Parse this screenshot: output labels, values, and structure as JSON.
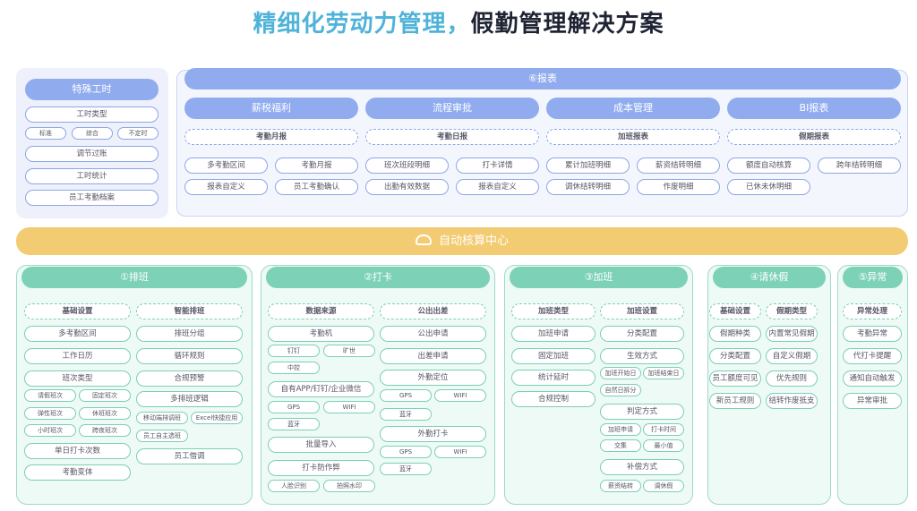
{
  "title": {
    "highlight": "精细化劳动力管理，",
    "rest": "假勤管理解决方案"
  },
  "special": {
    "header": "特殊工时",
    "items": [
      "工时类型",
      "标准",
      "综合",
      "不定时",
      "调节过账",
      "工时统计",
      "员工考勤档案"
    ]
  },
  "reports": {
    "header": "⑥报表",
    "sections": [
      {
        "name": "薪税福利",
        "sub": "考勤月报",
        "items": [
          "多考勤区间",
          "考勤月报",
          "报表自定义",
          "员工考勤确认"
        ]
      },
      {
        "name": "流程审批",
        "sub": "考勤日报",
        "items": [
          "班次班段明细",
          "打卡详情",
          "出勤有效数据",
          "报表自定义"
        ]
      },
      {
        "name": "成本管理",
        "sub": "加班报表",
        "items": [
          "累计加班明细",
          "薪资结转明细",
          "调休结转明细",
          "作废明细"
        ]
      },
      {
        "name": "BI报表",
        "sub": "假期报表",
        "items": [
          "额度自动核算",
          "跨年结转明细",
          "已休未休明细"
        ]
      }
    ]
  },
  "center": {
    "label": "自动核算中心"
  },
  "groups": [
    {
      "header": "①排班",
      "items": [
        "基础设置",
        "智能排班",
        "多考勤区间",
        "排班分组",
        "工作日历",
        "循环规则",
        "班次类型",
        "合规预警",
        "请假班次",
        "固定班次",
        "多排班逻辑",
        "弹性班次",
        "休班班次",
        "移动端排调班",
        "Excel快捷应用",
        "小时班次",
        "跨夜班次",
        "员工自主选班",
        "单日打卡次数",
        "员工借调",
        "考勤变体"
      ]
    },
    {
      "header": "②打卡",
      "items": [
        "数据来源",
        "公出出差",
        "考勤机",
        "公出申请",
        "钉钉",
        "旷世",
        "出差申请",
        "中控",
        "外勤定位",
        "自有APP/钉钉/企业微信",
        "GPS",
        "WIFI",
        "GPS",
        "WIFI",
        "蓝牙",
        "蓝牙",
        "外勤打卡",
        "批量导入",
        "GPS",
        "WIFI",
        "打卡防作弊",
        "蓝牙",
        "人脸识别",
        "拍照水印"
      ]
    },
    {
      "header": "③加班",
      "items": [
        "加班类型",
        "加班设置",
        "加班申请",
        "分类配置",
        "固定加班",
        "生效方式",
        "加班开始日",
        "加班结束日",
        "统计延时",
        "自然日拆分",
        "合规控制",
        "判定方式",
        "加班申请",
        "打卡时间",
        "交集",
        "最小值",
        "补偿方式",
        "薪资结转",
        "调休假"
      ]
    },
    {
      "header": "④请休假",
      "items": [
        "基础设置",
        "假期类型",
        "假期种类",
        "内置常见假期",
        "分类配置",
        "自定义假期",
        "员工额度可见",
        "优先规则",
        "新员工规则",
        "结转作废抵支"
      ]
    },
    {
      "header": "⑤异常",
      "items": [
        "异常处理",
        "考勤异常",
        "代打卡提醒",
        "通知自动触发",
        "异常审批"
      ]
    }
  ]
}
